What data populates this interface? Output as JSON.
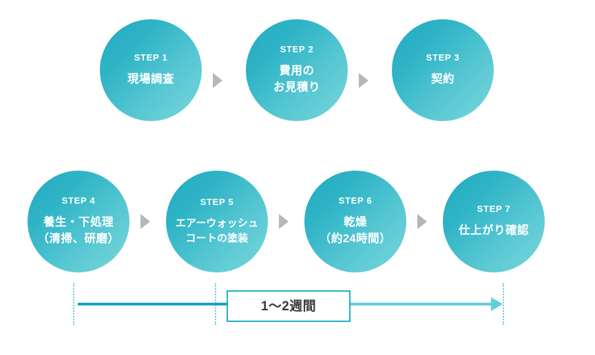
{
  "diagram": {
    "title_visible": false,
    "background_color": "#ffffff",
    "accent_colors": {
      "circle_gradient_from": "#23A9C2",
      "circle_gradient_to": "#79D7DA",
      "separator_arrow": "#B7B7B7",
      "timeline_bar_left": "#1AA3C3",
      "timeline_bar_right": "#5FCFDE",
      "tick_dotted": "#5FCDDC",
      "duration_box_border": "#1FAFC6",
      "duration_text": "#3A3A3A",
      "circle_text": "#ffffff"
    },
    "rows": [
      {
        "id": "row-1",
        "steps": [
          {
            "num": "STEP 1",
            "label": "現場調査"
          },
          {
            "num": "STEP 2",
            "label": "費用の\nお見積り"
          },
          {
            "num": "STEP 3",
            "label": "契約"
          }
        ],
        "separators": [
          "play-triangle-icon",
          "play-triangle-icon"
        ]
      },
      {
        "id": "row-2",
        "steps": [
          {
            "num": "STEP 4",
            "label": "養生・下処理\n（清掃、研磨）"
          },
          {
            "num": "STEP 5",
            "label": "エアーウォッシュ\nコートの塗装"
          },
          {
            "num": "STEP 6",
            "label": "乾燥\n（約24時間）"
          },
          {
            "num": "STEP 7",
            "label": "仕上がり確認"
          }
        ],
        "separators": [
          "play-triangle-icon",
          "play-triangle-icon",
          "play-triangle-icon"
        ]
      }
    ],
    "timeline": {
      "duration_label": "1〜2週間",
      "tick_count": 3,
      "arrow_direction": "right"
    }
  }
}
